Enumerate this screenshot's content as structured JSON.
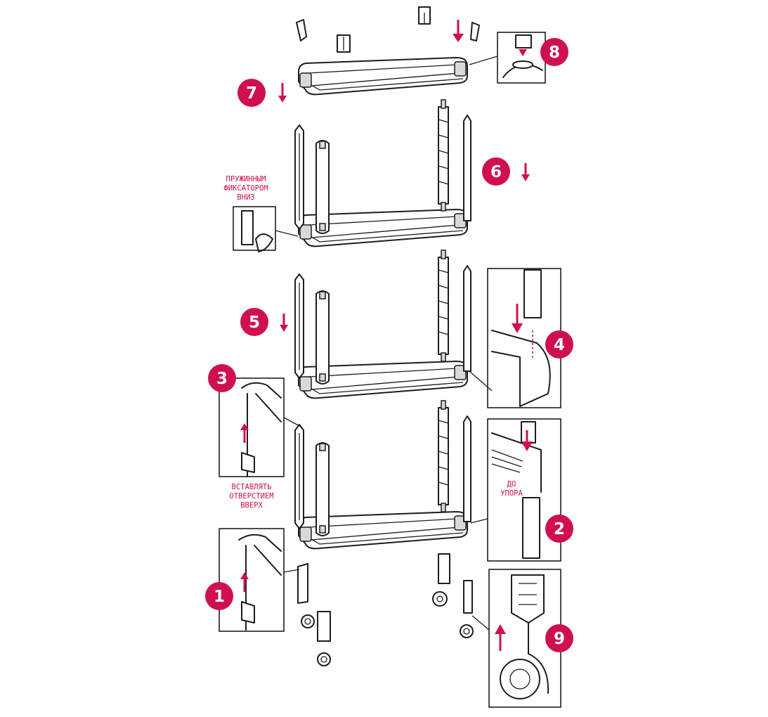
{
  "steps": [
    {
      "number": "1"
    },
    {
      "number": "2"
    },
    {
      "number": "3"
    },
    {
      "number": "4"
    },
    {
      "number": "5"
    },
    {
      "number": "6"
    },
    {
      "number": "7"
    },
    {
      "number": "8"
    },
    {
      "number": "9"
    }
  ],
  "notes": {
    "spring_latch": [
      "ПРУЖИННЫМ",
      "ФИКСАТОРОМ",
      "ВНИЗ"
    ],
    "insert_hole_up": [
      "ВСТАВЛЯТЬ",
      "ОТВЕРСТИЕМ",
      "ВВЕРХ"
    ],
    "to_stop": [
      "ДО",
      "УПОРА"
    ]
  },
  "colors": {
    "accent": "#d0104c",
    "line": "#1d1d1b"
  }
}
